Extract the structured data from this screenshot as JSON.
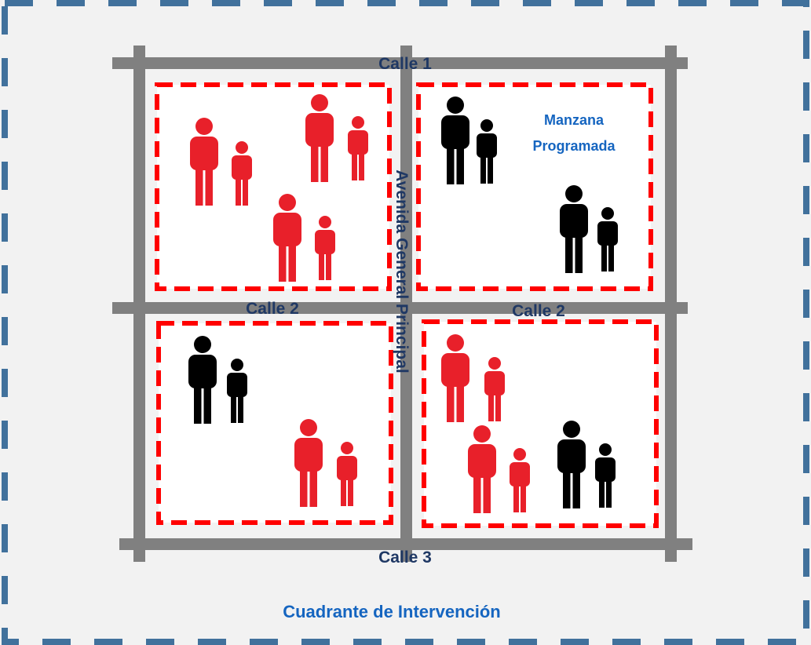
{
  "colors": {
    "background": "#f2f2f2",
    "frame_dash": "#41719c",
    "block_fill": "#ffffff",
    "block_dash": "#ff0000",
    "road": "#808080",
    "street_label": "#1f3864",
    "blue_label": "#1565c0",
    "person_red": "#e8202a",
    "person_black": "#000000"
  },
  "streets": {
    "top": "Calle 1",
    "middle_left": "Calle 2",
    "middle_right": "Calle 2",
    "bottom": "Calle 3",
    "avenue": "Avenida General Principal"
  },
  "block_label": {
    "line1": "Manzana",
    "line2": "Programada"
  },
  "footer_label": "Cuadrante de Intervención",
  "icons": {
    "adult": "adult-person-icon",
    "child": "child-person-icon"
  },
  "blocks": [
    {
      "name": "top-left",
      "families": [
        "red",
        "red",
        "red"
      ]
    },
    {
      "name": "top-right",
      "families": [
        "black",
        "black"
      ]
    },
    {
      "name": "bottom-left",
      "families": [
        "black",
        "red"
      ]
    },
    {
      "name": "bottom-right",
      "families": [
        "red",
        "red",
        "black"
      ]
    }
  ]
}
